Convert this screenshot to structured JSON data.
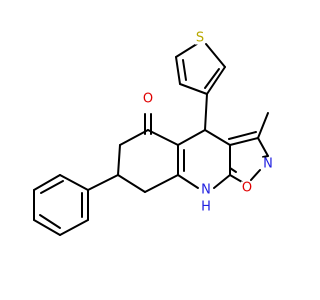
{
  "molecule": {
    "atoms": {
      "S": "S",
      "O_carbonyl": "O",
      "N_isoxazole": "N",
      "O_isoxazole": "O",
      "N_amine": "N",
      "H_amine": "H"
    },
    "colors": {
      "bond": "#000000",
      "S": "#b8a800",
      "O": "#e00000",
      "N": "#2020e0"
    }
  }
}
